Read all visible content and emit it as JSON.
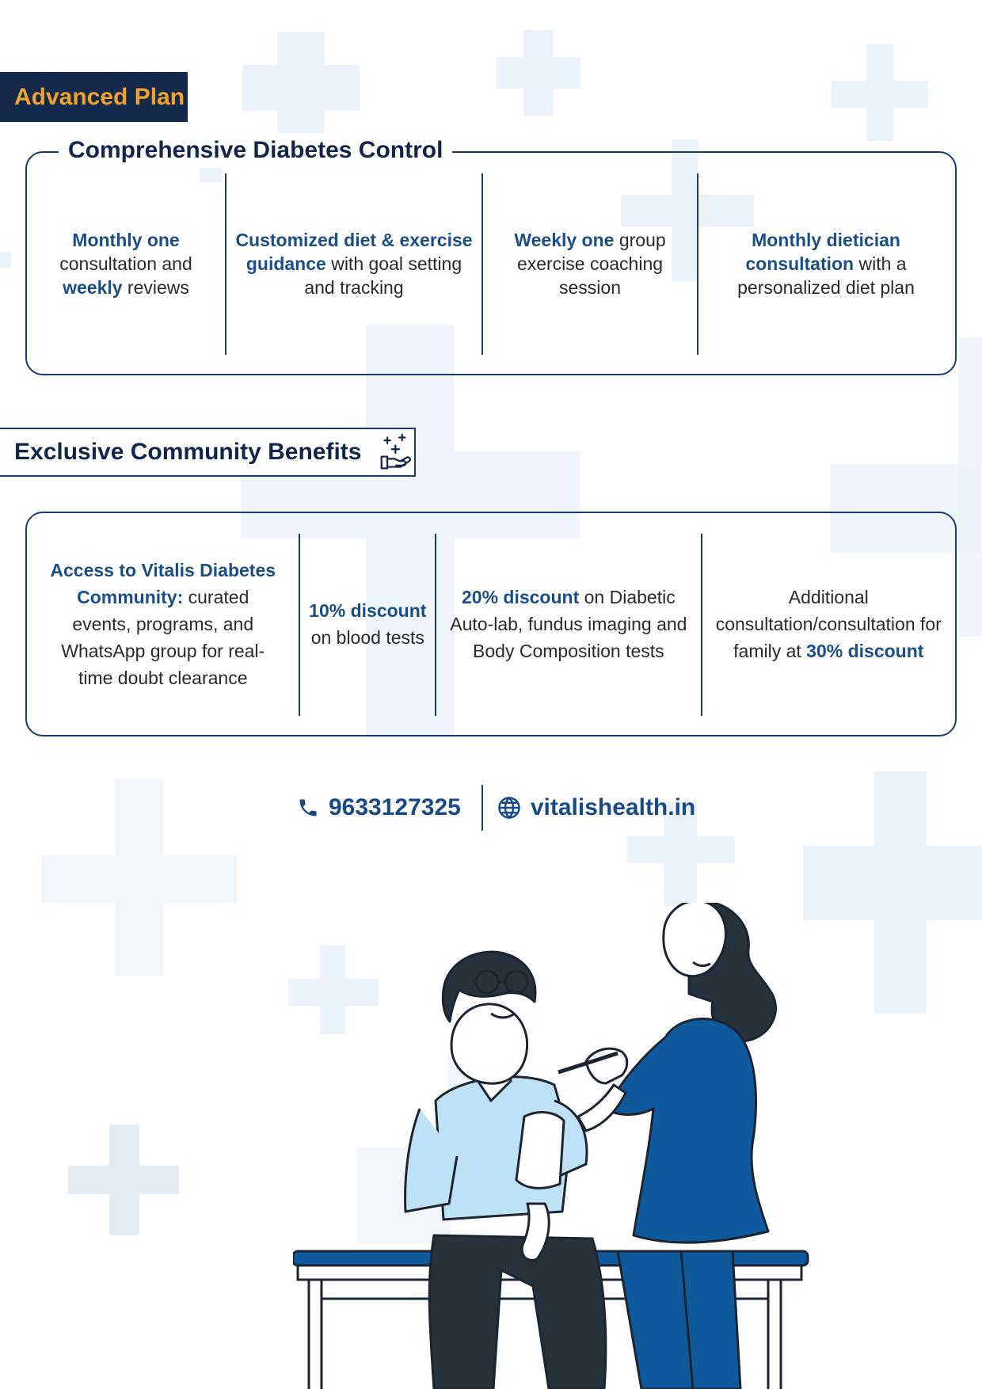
{
  "plan_tag": "Advanced Plan",
  "section1": {
    "title": "Comprehensive Diabetes Control",
    "features": [
      {
        "a": "Monthly one",
        "b": " consultation and ",
        "c": "weekly",
        "d": " reviews"
      },
      {
        "a": "Customized diet & exercise guidance",
        "b": " with goal setting and tracking"
      },
      {
        "a": "Weekly one",
        "b": " group exercise coaching session"
      },
      {
        "a": "Monthly dietician consultation",
        "b": " with a personalized diet plan"
      }
    ]
  },
  "section2": {
    "title": "Exclusive Community Benefits",
    "icon": "hand-with-plus-icon",
    "benefits": [
      {
        "a": "Access to Vitalis Diabetes Community:",
        "b": " curated events, programs, and WhatsApp group for real-time doubt clearance"
      },
      {
        "a": "10% discount",
        "b": " on blood tests"
      },
      {
        "a": "20% discount",
        "b": " on Diabetic Auto-lab, fundus imaging and Body Composition tests"
      },
      {
        "a": "Additional consultation/consultation for family at ",
        "b": "30% discount"
      }
    ]
  },
  "contact": {
    "phone": "9633127325",
    "website": "vitalishealth.in",
    "phone_icon": "phone-icon",
    "web_icon": "globe-icon"
  },
  "colors": {
    "navy": "#13294b",
    "accent_orange": "#f3a229",
    "blue": "#174a87",
    "cross_light": "#e8f0f8"
  }
}
